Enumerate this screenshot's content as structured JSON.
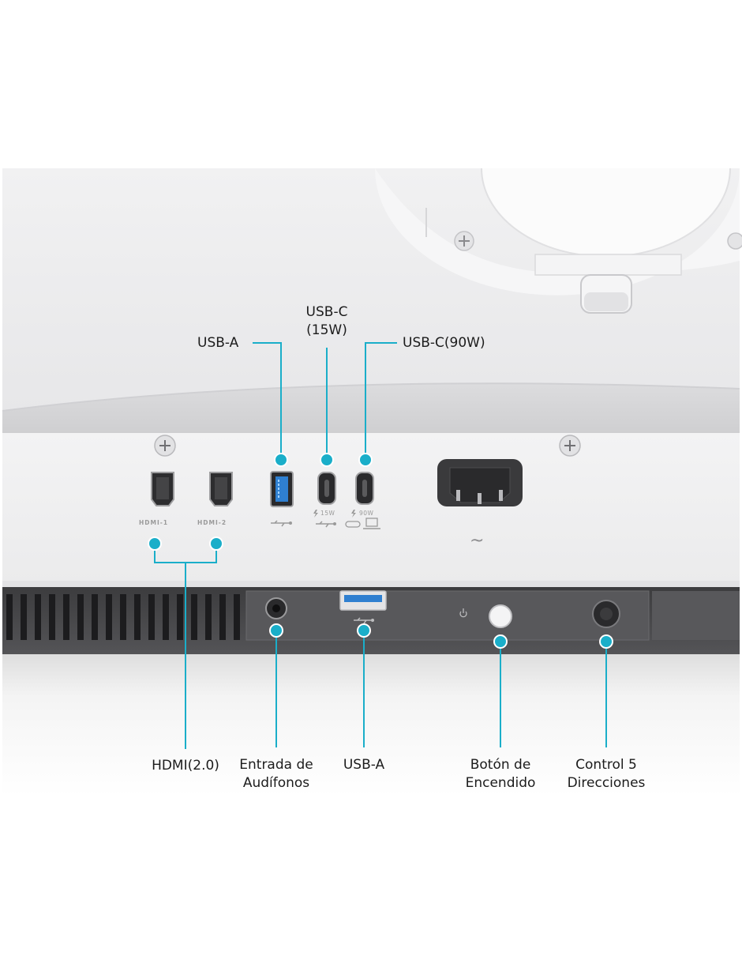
{
  "callouts_top": {
    "usb_a": "USB-A",
    "usb_c_15w": [
      "USB-C",
      "(15W)"
    ],
    "usb_c_90w": "USB-C(90W)"
  },
  "callouts_bottom": {
    "hdmi": "HDMI(2.0)",
    "headphones": [
      "Entrada de",
      "Audífonos"
    ],
    "usb_a": "USB-A",
    "power_button": [
      "Botón de",
      "Encendido"
    ],
    "control": [
      "Control 5",
      "Direcciones"
    ]
  },
  "port_markings": {
    "hdmi1": "HDMI-1",
    "hdmi2": "HDMI-2",
    "usbc_15w": "15W",
    "usbc_90w": "90W",
    "ac": "~"
  },
  "colors": {
    "callout": "#1aaec9",
    "body_light": "#eeeeef",
    "body_dark": "#4a4a4c"
  }
}
